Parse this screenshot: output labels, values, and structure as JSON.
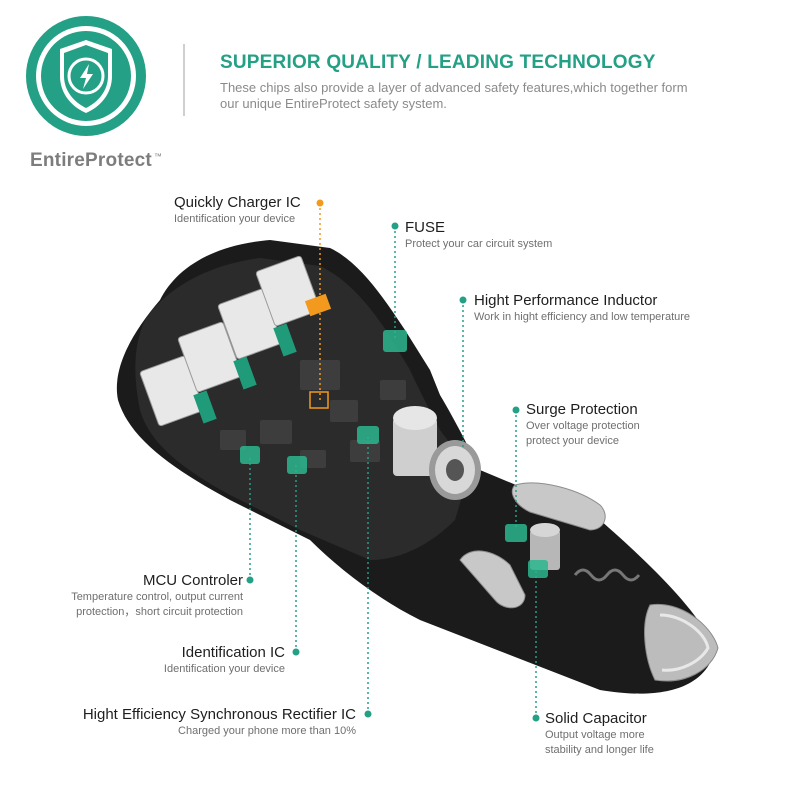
{
  "brand": {
    "name": "EntireProtect",
    "tm": "™"
  },
  "header": {
    "headline": "SUPERIOR QUALITY / LEADING TECHNOLOGY",
    "subhead": "These chips also provide a layer of advanced safety features,which together form our unique EntireProtect safety system."
  },
  "colors": {
    "accent_green": "#24a086",
    "accent_orange": "#f39a1e",
    "body_dark": "#1a1a1a"
  },
  "labels": {
    "quick_charger": {
      "title": "Quickly Charger IC",
      "desc": "Identification your device"
    },
    "fuse": {
      "title": "FUSE",
      "desc": "Protect your car circuit system"
    },
    "inductor": {
      "title": "Hight Performance Inductor",
      "desc": "Work in hight efficiency and low temperature"
    },
    "surge": {
      "title": "Surge Protection",
      "desc1": "Over voltage protection",
      "desc2": "protect your device"
    },
    "mcu": {
      "title": "MCU Controler",
      "desc1": "Temperature control, output current",
      "desc2": "protection，short circuit protection"
    },
    "ident": {
      "title": "Identification  IC",
      "desc": "Identification your device"
    },
    "rectifier": {
      "title": "Hight Efficiency Synchronous Rectifier IC",
      "desc": "Charged your phone more than 10%"
    },
    "capacitor": {
      "title": "Solid Capacitor",
      "desc1": "Output voltage more",
      "desc2": "stability and longer life"
    }
  }
}
